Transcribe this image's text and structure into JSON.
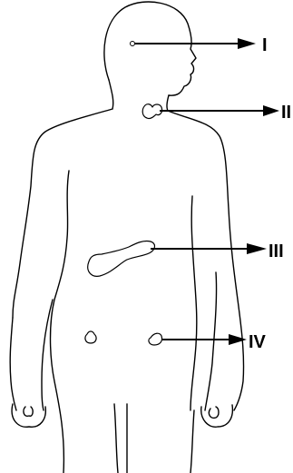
{
  "diagram": {
    "labels": [
      {
        "id": "I",
        "text": "I"
      },
      {
        "id": "II",
        "text": "II"
      },
      {
        "id": "III",
        "text": "III"
      },
      {
        "id": "IV",
        "text": "IV"
      }
    ],
    "colors": {
      "line": "#000000",
      "background": "#ffffff"
    }
  }
}
